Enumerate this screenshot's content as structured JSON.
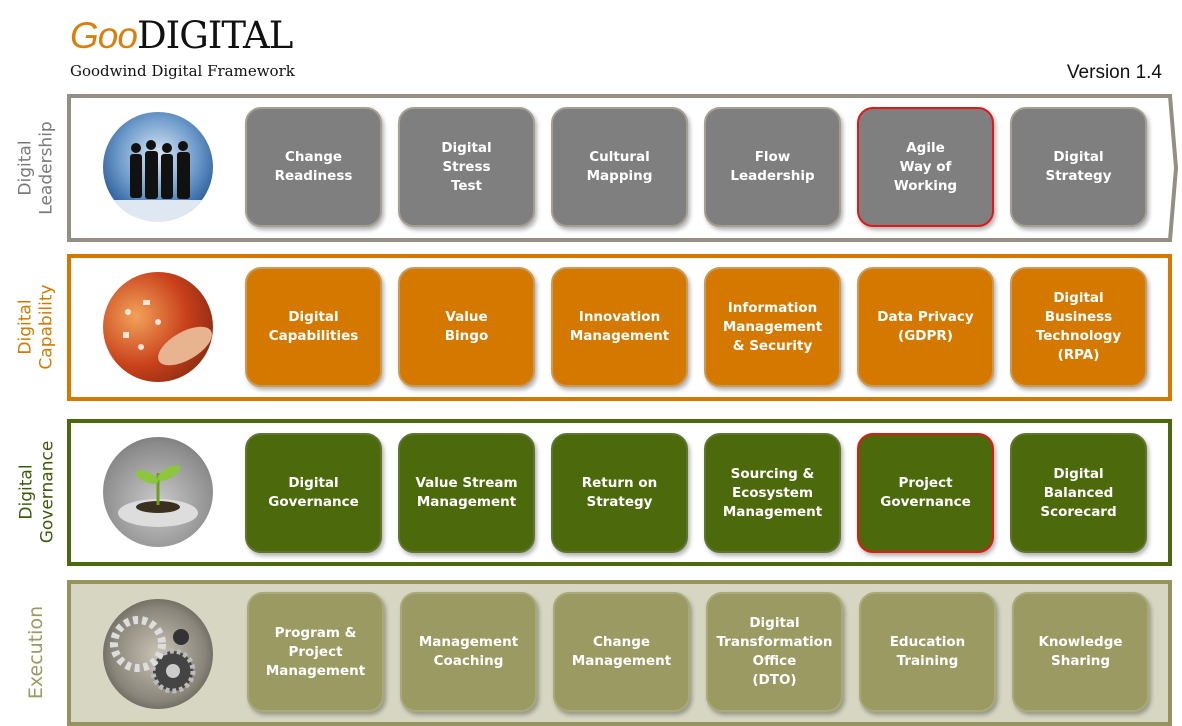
{
  "header": {
    "logo_goo": "Goo",
    "logo_digital": "DIGITAL",
    "subtitle": "Goodwind Digital Framework",
    "version": "Version 1.4"
  },
  "colors": {
    "leadership": "#7f7f7f",
    "capability": "#d47800",
    "governance": "#4c6a0c",
    "execution": "#9a9a62",
    "highlight": "#e01818"
  },
  "rows": [
    {
      "label": "Digital\nLeadership",
      "image": "business-people-globe-image",
      "tiles": [
        "Change\nReadiness",
        "Digital\nStress\nTest",
        "Cultural\nMapping",
        "Flow\nLeadership",
        "Agile\nWay of\nWorking",
        "Digital\nStrategy"
      ]
    },
    {
      "label": "Digital\nCapability",
      "image": "digital-icons-hand-image",
      "tiles": [
        "Digital\nCapabilities",
        "Value\nBingo",
        "Innovation\nManagement",
        "Information\nManagement\n& Security",
        "Data Privacy\n(GDPR)",
        "Digital\nBusiness\nTechnology\n(RPA)"
      ]
    },
    {
      "label": "Digital\nGovernance",
      "image": "plant-in-hands-image",
      "tiles": [
        "Digital\nGovernance",
        "Value Stream\nManagement",
        "Return on\nStrategy",
        "Sourcing &\nEcosystem\nManagement",
        "Project\nGovernance",
        "Digital\nBalanced\nScorecard"
      ]
    },
    {
      "label": "Execution",
      "image": "implementation-gears-image",
      "tiles": [
        "Program &\nProject\nManagement",
        "Management\nCoaching",
        "Change\nManagement",
        "Digital\nTransformation\nOffice\n(DTO)",
        "Education\nTraining",
        "Knowledge\nSharing"
      ]
    }
  ]
}
